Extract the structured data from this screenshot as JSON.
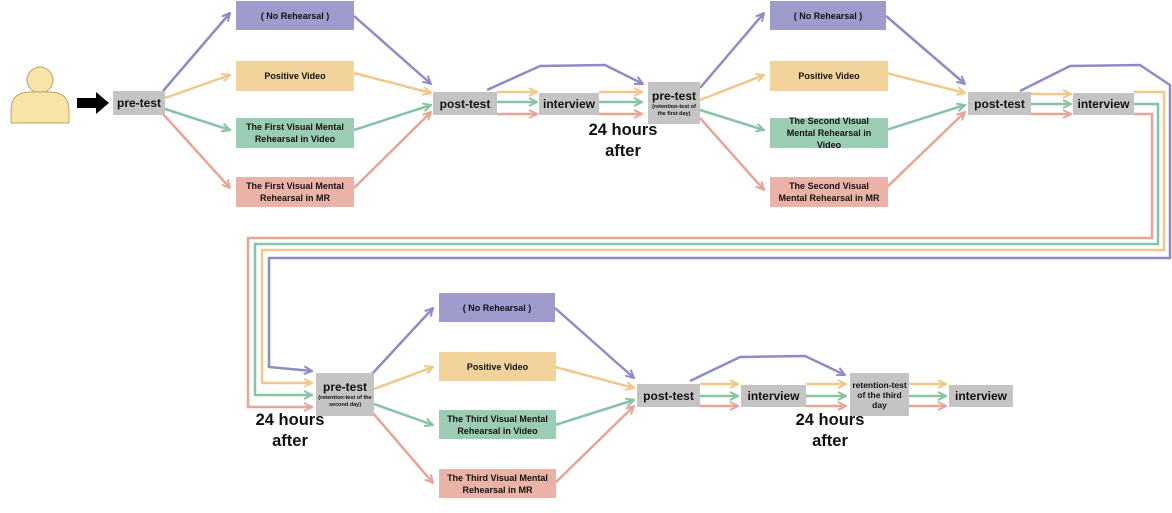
{
  "stage1": {
    "pretest": "pre-test",
    "no_rehearsal": "( No Rehearsal )",
    "positive_video": "Positive Video",
    "video_rehearsal": "The First Visual Mental Rehearsal in Video",
    "mr_rehearsal": "The First Visual Mental Rehearsal in MR",
    "posttest": "post-test",
    "interview": "interview"
  },
  "delay1": "24 hours after",
  "stage2": {
    "pretest": "pre-test",
    "pretest_note": "(retention-test of the first day)",
    "no_rehearsal": "( No Rehearsal )",
    "positive_video": "Positive Video",
    "video_rehearsal": "The Second Visual Mental Rehearsal in Video",
    "mr_rehearsal": "The Second Visual Mental Rehearsal in MR",
    "posttest": "post-test",
    "interview": "interview"
  },
  "delay2": "24 hours after",
  "stage3": {
    "pretest": "pre-test",
    "pretest_note": "(retention-test of the second day)",
    "no_rehearsal": "( No Rehearsal )",
    "positive_video": "Positive Video",
    "video_rehearsal": "The Third Visual Mental Rehearsal in Video",
    "mr_rehearsal": "The Third Visual Mental Rehearsal in MR",
    "posttest": "post-test",
    "interview": "interview"
  },
  "delay3": "24 hours after",
  "final": {
    "retention_test": "retention-test of the third day",
    "interview": "interview"
  },
  "colors": {
    "no_rehearsal": "#9f9bcd",
    "positive_video": "#f3d39c",
    "video_rehearsal": "#9bcdb4",
    "mr_rehearsal": "#ebb3a8",
    "test_box": "#c4c4c4",
    "participant": "#f8e4a8"
  },
  "icons": [
    "participant-icon",
    "start-arrow-icon"
  ]
}
